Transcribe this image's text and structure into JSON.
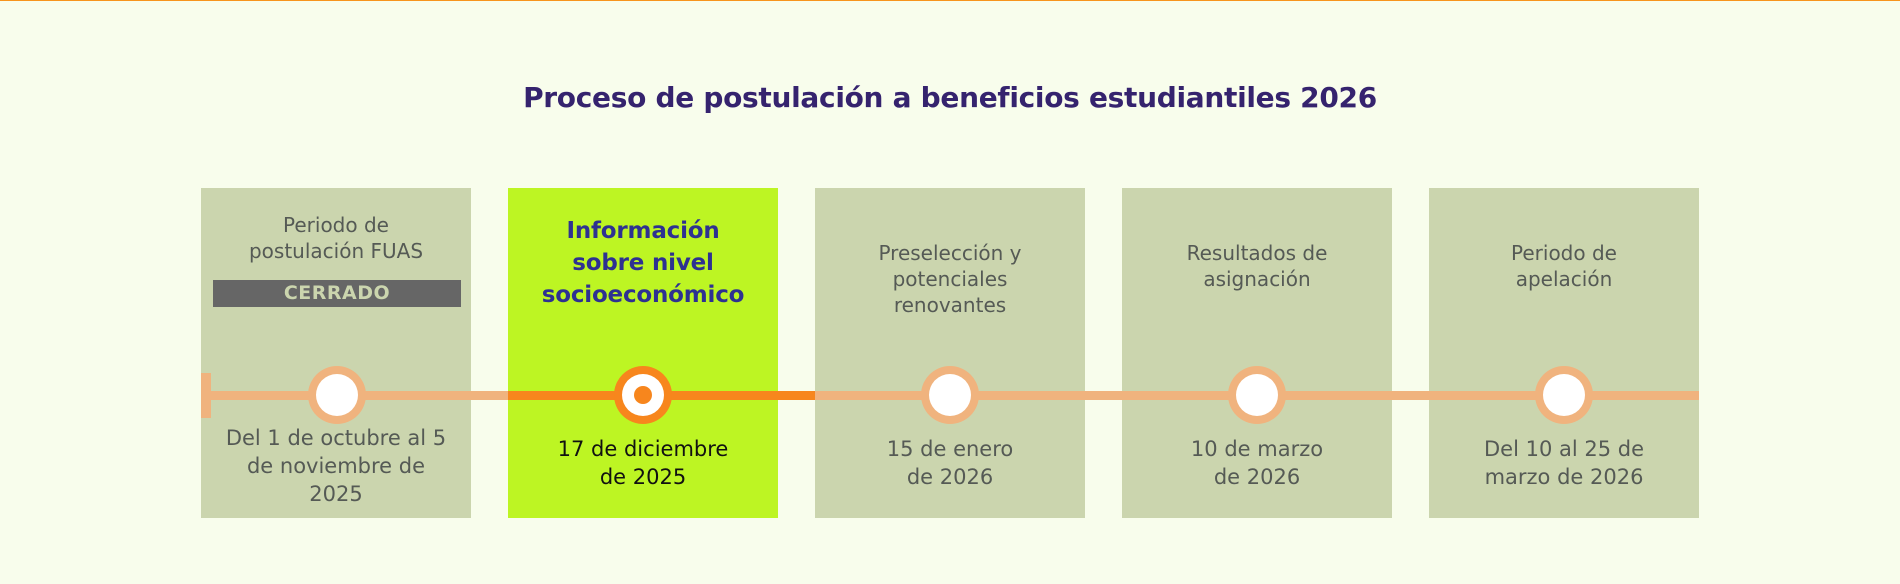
{
  "title": "Proceso de postulación a beneficios estudiantiles 2026",
  "colors": {
    "background": "#f8fdec",
    "title": "#35236e",
    "step_box": "#cbd5ae",
    "step_box_active": "#bdf523",
    "line": "#f0b37e",
    "line_active": "#f7861d",
    "active_title": "#2e3191",
    "badge_bg": "#666666"
  },
  "steps": [
    {
      "title_lines": [
        "Periodo de",
        "postulación FUAS"
      ],
      "badge": "CERRADO",
      "date_lines": [
        "Del 1 de octubre al 5",
        "de noviembre de",
        "2025"
      ],
      "status": "closed"
    },
    {
      "title_lines": [
        "Información",
        "sobre nivel",
        "socioeconómico"
      ],
      "date_lines": [
        "17 de diciembre",
        "de 2025"
      ],
      "status": "active"
    },
    {
      "title_lines": [
        "Preselección y",
        "potenciales",
        "renovantes"
      ],
      "date_lines": [
        "15 de enero",
        "de 2026"
      ],
      "status": "upcoming"
    },
    {
      "title_lines": [
        "Resultados de",
        "asignación"
      ],
      "date_lines": [
        "10 de marzo",
        "de 2026"
      ],
      "status": "upcoming"
    },
    {
      "title_lines": [
        "Periodo de",
        "apelación"
      ],
      "date_lines": [
        "Del 10 al 25 de",
        "marzo de 2026"
      ],
      "status": "upcoming"
    }
  ]
}
